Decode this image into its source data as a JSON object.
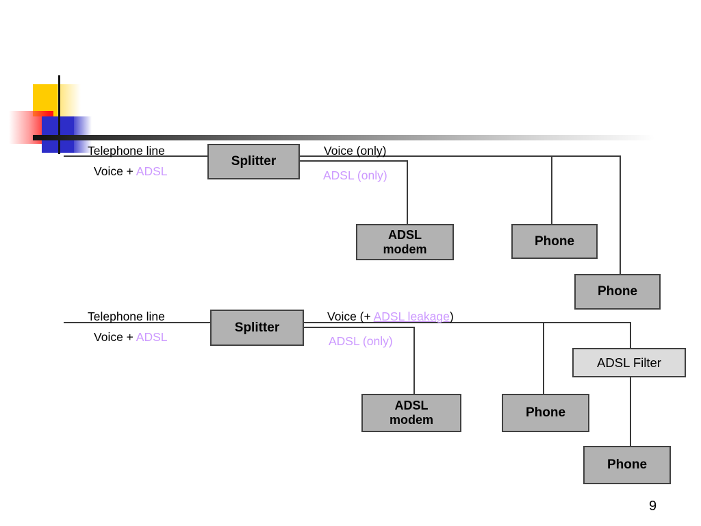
{
  "page": {
    "number": "9"
  },
  "colors": {
    "accent_purple": "#cc99ff",
    "node_fill": "#b2b2b2",
    "node_border": "#404040",
    "filter_fill": "#dcdcdc",
    "deco_yellow": "#ffcc00",
    "deco_red": "#ff1515",
    "deco_blue": "#2d2dc8"
  },
  "diagrams": {
    "top": {
      "telephone_label": "Telephone line",
      "input_prefix": "Voice + ",
      "input_adsl": "ADSL",
      "splitter": "Splitter",
      "voice_out": "Voice (only)",
      "adsl_out": "ADSL (only)",
      "modem_line1": "ADSL",
      "modem_line2": "modem",
      "phone_a": "Phone",
      "phone_b": "Phone"
    },
    "bottom": {
      "telephone_label": "Telephone line",
      "input_prefix": "Voice + ",
      "input_adsl": "ADSL",
      "splitter": "Splitter",
      "voice_out_prefix": "Voice (+ ",
      "voice_out_leakage": "ADSL leakage",
      "voice_out_suffix": ")",
      "adsl_out": "ADSL (only)",
      "filter": "ADSL Filter",
      "modem_line1": "ADSL",
      "modem_line2": "modem",
      "phone_a": "Phone",
      "phone_b": "Phone"
    }
  }
}
